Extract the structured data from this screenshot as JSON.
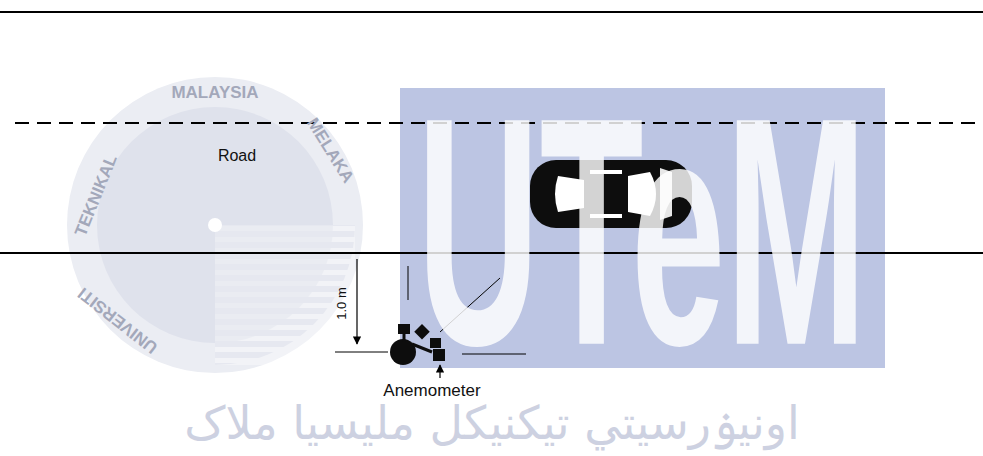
{
  "diagram": {
    "labels": [
      "MALAYSIA",
      "MELAKA",
      "TEKNIKAL",
      "UNIVERSITI",
      "UTeM",
      "اونيۏرسيتي تيکنيکل مليسيا ملاک",
      "Road",
      "1.0 m",
      "Anemometer"
    ]
  }
}
